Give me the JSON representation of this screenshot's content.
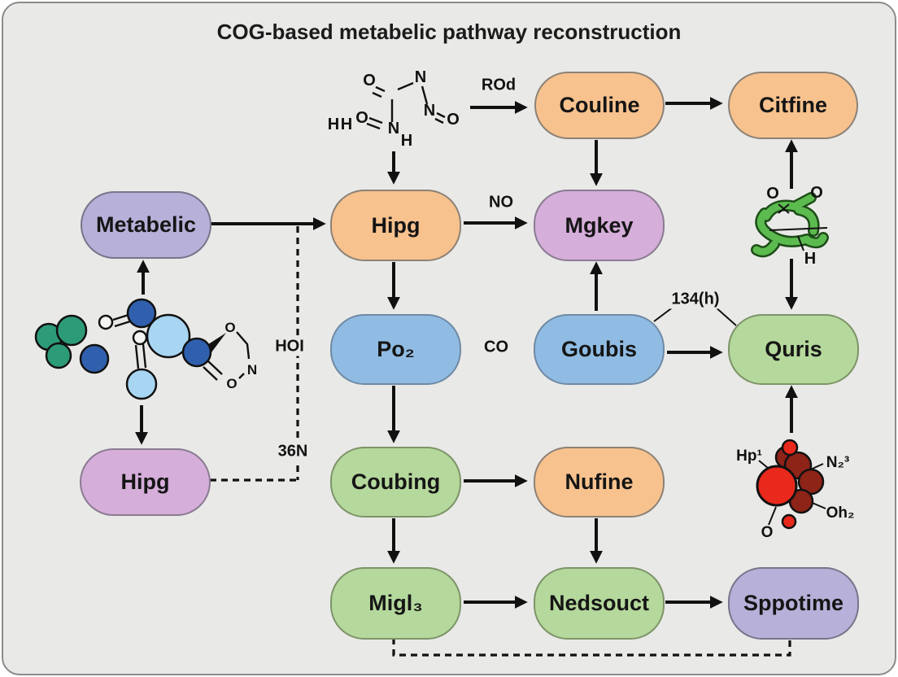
{
  "title": "COG-based metabelic pathway reconstruction",
  "nodes": {
    "metabelic": {
      "label": "Metabelic",
      "color": "#b7b0d8"
    },
    "hipg_left": {
      "label": "Hipg",
      "color": "#d6aeda"
    },
    "hipg_center": {
      "label": "Hipg",
      "color": "#f7c28e"
    },
    "po2": {
      "label": "Po₂",
      "color": "#90bce3"
    },
    "coubing": {
      "label": "Coubing",
      "color": "#b5d89c"
    },
    "migl3": {
      "label": "Migl₃",
      "color": "#b5d89c"
    },
    "couline": {
      "label": "Couline",
      "color": "#f7c28e"
    },
    "citfine": {
      "label": "Citfine",
      "color": "#f7c28e"
    },
    "mgkey": {
      "label": "Mgkey",
      "color": "#d6aeda"
    },
    "goubis": {
      "label": "Goubis",
      "color": "#90bce3"
    },
    "quris": {
      "label": "Quris",
      "color": "#b5d89c"
    },
    "nufine": {
      "label": "Nufine",
      "color": "#f7c28e"
    },
    "nedsouct": {
      "label": "Nedsouct",
      "color": "#b5d89c"
    },
    "sppotime": {
      "label": "Sppotime",
      "color": "#b7b0d8"
    }
  },
  "edge_labels": {
    "rod": "ROd",
    "no": "NO",
    "co": "CO",
    "hoi": "HOI",
    "n36": "36N",
    "h134": "134(h)"
  },
  "edges": [
    {
      "from": "metabelic",
      "to": "hipg_center",
      "style": "solid-arrow"
    },
    {
      "from": "top-structure",
      "to": "hipg_center",
      "style": "solid-arrow"
    },
    {
      "from": "top-structure",
      "to": "couline",
      "style": "solid-arrow",
      "label": "ROd"
    },
    {
      "from": "couline",
      "to": "citfine",
      "style": "solid-arrow"
    },
    {
      "from": "couline",
      "to": "mgkey",
      "style": "solid-arrow"
    },
    {
      "from": "hipg_center",
      "to": "mgkey",
      "style": "solid-arrow",
      "label": "NO"
    },
    {
      "from": "hipg_center",
      "to": "po2",
      "style": "solid-arrow"
    },
    {
      "from": "po2",
      "to": "coubing",
      "style": "solid-arrow"
    },
    {
      "from": "coubing",
      "to": "nufine",
      "style": "solid-arrow"
    },
    {
      "from": "coubing",
      "to": "migl3",
      "style": "solid-arrow"
    },
    {
      "from": "nufine",
      "to": "nedsouct",
      "style": "solid-arrow"
    },
    {
      "from": "migl3",
      "to": "nedsouct",
      "style": "solid-arrow"
    },
    {
      "from": "nedsouct",
      "to": "sppotime",
      "style": "solid-arrow"
    },
    {
      "from": "goubis",
      "to": "mgkey",
      "style": "solid-arrow"
    },
    {
      "from": "goubis",
      "to": "quris",
      "style": "solid-arrow",
      "label": "134(h)"
    },
    {
      "from": "green-structure",
      "to": "citfine",
      "style": "solid-arrow"
    },
    {
      "from": "green-structure",
      "to": "quris",
      "style": "solid-arrow"
    },
    {
      "from": "red-structure",
      "to": "quris",
      "style": "solid-arrow"
    },
    {
      "from": "left-structure",
      "to": "metabelic",
      "style": "solid-arrow"
    },
    {
      "from": "left-structure",
      "to": "hipg_left",
      "style": "solid-arrow"
    },
    {
      "from": "hipg_left",
      "to": "metabelic-hipg-arrow",
      "style": "dashed",
      "labels": [
        "HOI",
        "36N"
      ]
    },
    {
      "from": "migl3",
      "to": "sppotime",
      "style": "dashed"
    }
  ],
  "molecules": {
    "top_structure": {
      "atoms": [
        "O",
        "N",
        "N",
        "O",
        "H",
        "H",
        "O",
        "N",
        "H"
      ]
    },
    "left_structure": {
      "atoms": [
        "O",
        "N",
        "O"
      ]
    },
    "green_structure": {
      "atoms": [
        "O",
        "O",
        "H"
      ]
    },
    "red_structure": {
      "atoms": [
        "Hp¹",
        "N₂³",
        "O",
        "Oh₂"
      ]
    }
  },
  "colors": {
    "background": "#e9e9e7",
    "node_orange": "#f7c28e",
    "node_lavender": "#b7b0d8",
    "node_mauve": "#d6aeda",
    "node_blue": "#90bce3",
    "node_green": "#b5d89c",
    "arrow": "#111111",
    "atom_green": "#2d9b78",
    "atom_dark_blue": "#3060ad",
    "atom_light_blue": "#a8d6f2",
    "ribbon_green": "#5cbb4f",
    "molecule_red": "#e8291c",
    "molecule_dark_red": "#8e2318"
  }
}
